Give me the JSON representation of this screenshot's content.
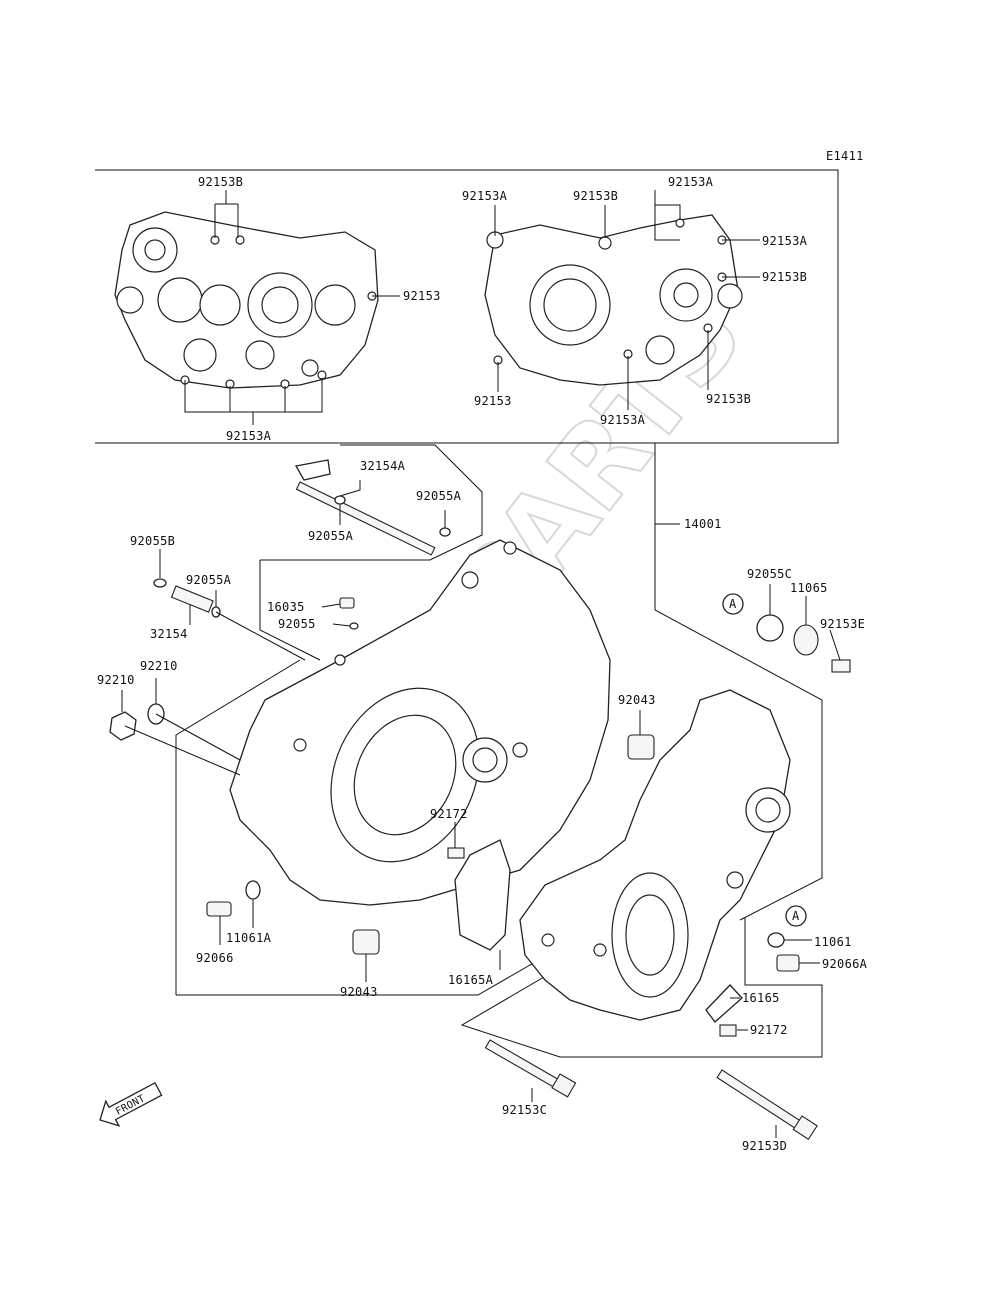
{
  "diagram_code": "E1411",
  "watermark": "ZIP PARTS",
  "front_label": "FRONT",
  "callout_letter": "A",
  "labels": {
    "p92153B_top": "92153B",
    "p92153_left": "92153",
    "p92153A_left_bottom": "92153A",
    "p92153A_r1": "92153A",
    "p92153B_r1": "92153B",
    "p92153A_r2": "92153A",
    "p92153A_r3": "92153A",
    "p92153B_r2": "92153B",
    "p92153_r": "92153",
    "p92153A_r4": "92153A",
    "p92153B_r3": "92153B",
    "p32154A": "32154A",
    "p92055A_1": "92055A",
    "p92055A_2": "92055A",
    "p14001": "14001",
    "p92055B": "92055B",
    "p92055A_3": "92055A",
    "p32154": "32154",
    "p16035": "16035",
    "p92055": "92055",
    "p92210_1": "92210",
    "p92210_2": "92210",
    "p92055C": "92055C",
    "p11065": "11065",
    "p92153E": "92153E",
    "p92043_r": "92043",
    "p92172_1": "92172",
    "p11061A": "11061A",
    "p92066": "92066",
    "p92043_b": "92043",
    "p16165A": "16165A",
    "p11061": "11061",
    "p92066A": "92066A",
    "p16165": "16165",
    "p92172_2": "92172",
    "p92153C": "92153C",
    "p92153D": "92153D"
  }
}
